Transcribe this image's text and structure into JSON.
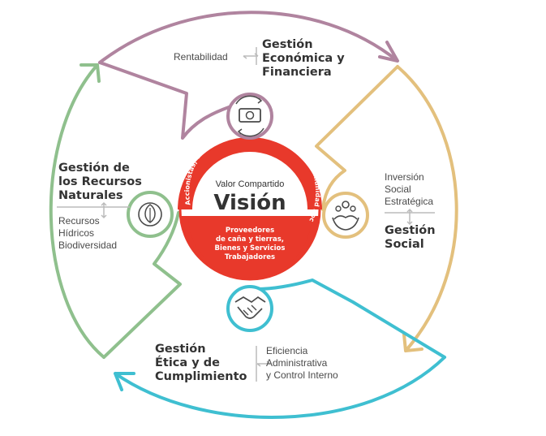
{
  "colors": {
    "economica": "#b0849f",
    "social": "#e3c07d",
    "etica": "#3fbfd1",
    "recursos": "#8fc08d",
    "red": "#e8392b",
    "icon": "#4a4a4a"
  },
  "icons": {
    "economica": "money-exchange-icon",
    "social": "community-hands-icon",
    "etica": "handshake-icon",
    "recursos": "leaf-icon",
    "arrows": "double-arrow-icon"
  },
  "economica": {
    "title_lines": [
      "Gestión",
      "Económica y",
      "Financiera"
    ],
    "item": "Rentabilidad"
  },
  "social": {
    "items": [
      "Inversión",
      "Social",
      "Estratégica"
    ],
    "title_lines": [
      "Gestión",
      "Social"
    ]
  },
  "etica": {
    "title_lines": [
      "Gestión",
      "Ética y de",
      "Cumplimiento"
    ],
    "items": [
      "Eficiencia",
      "Administrativa",
      "y Control Interno"
    ]
  },
  "recursos": {
    "title_lines": [
      "Gestión de",
      "los Recursos",
      "Naturales"
    ],
    "items": [
      "Recursos",
      "Hídricos",
      "Biodiversidad"
    ]
  },
  "center": {
    "subtitle": "Valor Compartido",
    "title": "Visión",
    "arc_text": "Accionistas, Clientes y Consumidores, Gobiernos, Comunidad Sociedad",
    "bottom_lines": [
      "Proveedores",
      "de caña y tierras,",
      "Bienes y Servicios",
      "Trabajadores"
    ]
  }
}
